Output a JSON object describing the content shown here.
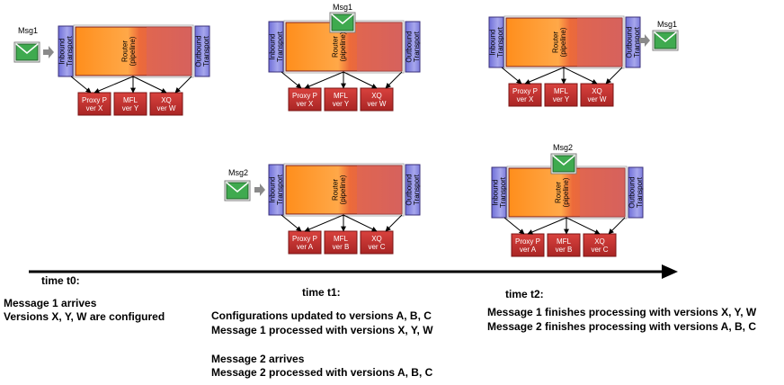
{
  "labels": {
    "inbound": "Inbound Transport",
    "router": "Router",
    "pipeline": "(pipeline)",
    "outbound": "Outbound Transport",
    "msg1": "Msg1",
    "msg2": "Msg2"
  },
  "resources_v1": [
    {
      "name": "Proxy P",
      "ver": "ver X"
    },
    {
      "name": "MFL",
      "ver": "ver Y"
    },
    {
      "name": "XQ",
      "ver": "ver W"
    }
  ],
  "resources_v2": [
    {
      "name": "Proxy P",
      "ver": "ver A"
    },
    {
      "name": "MFL",
      "ver": "ver B"
    },
    {
      "name": "XQ",
      "ver": "ver C"
    }
  ],
  "timeline": {
    "t0": {
      "label": "time t0:",
      "lines": [
        "Message 1 arrives",
        "Versions X, Y, W  are configured"
      ]
    },
    "t1": {
      "label": "time t1:",
      "lines": [
        "Configurations updated to versions A, B, C",
        "Message 1 processed with versions X, Y, W",
        "",
        "Message 2 arrives",
        "Message 2 processed with versions A, B, C"
      ]
    },
    "t2": {
      "label": "time t2:",
      "lines": [
        "Message 1 finishes processing with versions X, Y, W",
        "Message 2 finishes processing with versions A, B, C"
      ]
    }
  },
  "colors": {
    "transport_fill": "#8F8FE0",
    "transport_stroke": "#3A2F7A",
    "router_orange": "#FF9A2E",
    "router_red": "#D9645F",
    "router_stroke": "#7A1E1E",
    "resource_fill": "#C2302F",
    "resource_stroke": "#7A1414",
    "envelope_fill": "#3FAA4F",
    "envelope_stroke": "#1F5E27",
    "arrow_gray": "#8A8A8A"
  }
}
